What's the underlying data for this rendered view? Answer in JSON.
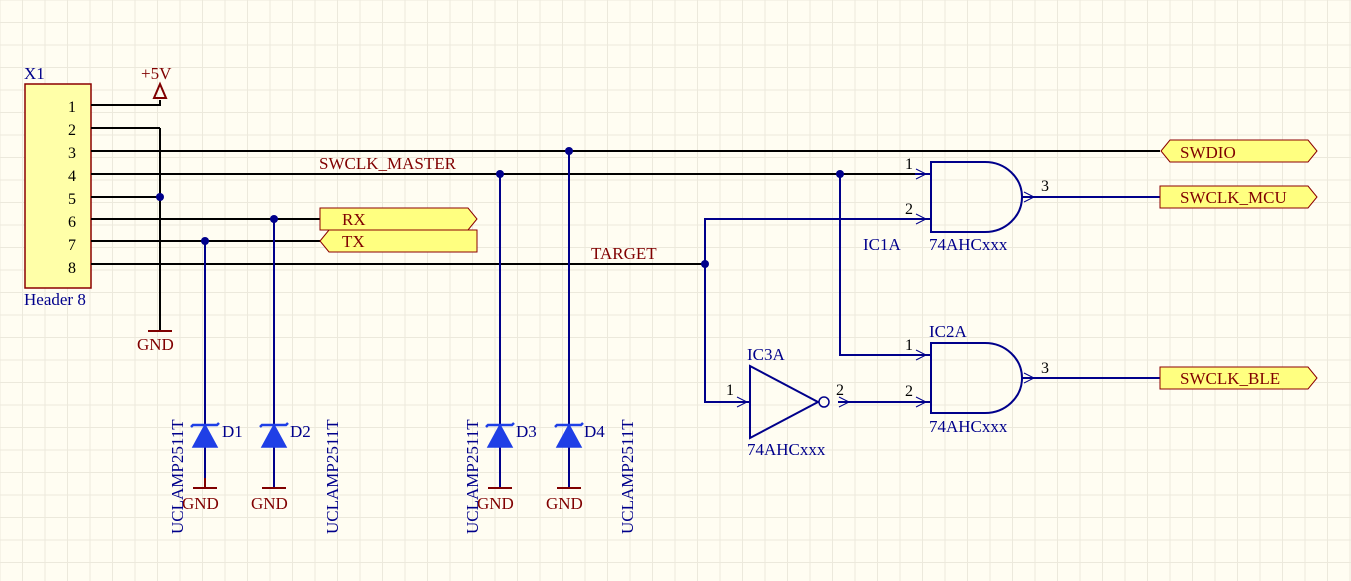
{
  "header": {
    "designator": "X1",
    "value": "Header 8",
    "pins": [
      "1",
      "2",
      "3",
      "4",
      "5",
      "6",
      "7",
      "8"
    ]
  },
  "power": {
    "vcc_label": "+5V",
    "gnd_label": "GND"
  },
  "nets": {
    "swclk_master": "SWCLK_MASTER",
    "target": "TARGET"
  },
  "ports": {
    "rx": "RX",
    "tx": "TX",
    "swdio": "SWDIO",
    "swclk_mcu": "SWCLK_MCU",
    "swclk_ble": "SWCLK_BLE"
  },
  "diodes": [
    {
      "designator": "D1",
      "part": "UCLAMP2511T"
    },
    {
      "designator": "D2",
      "part": "UCLAMP2511T"
    },
    {
      "designator": "D3",
      "part": "UCLAMP2511T"
    },
    {
      "designator": "D4",
      "part": "UCLAMP2511T"
    }
  ],
  "gates": {
    "ic1a": {
      "designator": "IC1A",
      "part": "74AHCxxx",
      "pin_in1": "1",
      "pin_in2": "2",
      "pin_out": "3"
    },
    "ic2a": {
      "designator": "IC2A",
      "part": "74AHCxxx",
      "pin_in1": "1",
      "pin_in2": "2",
      "pin_out": "3"
    },
    "ic3a": {
      "designator": "IC3A",
      "part": "74AHCxxx",
      "pin_in": "1",
      "pin_out": "2"
    }
  },
  "colors": {
    "background": "#fffdf2",
    "grid": "#ece9dc",
    "wire": "#00008b",
    "power": "#800000",
    "component_fill": "#ffffa8",
    "port_fill": "#ffff80"
  }
}
